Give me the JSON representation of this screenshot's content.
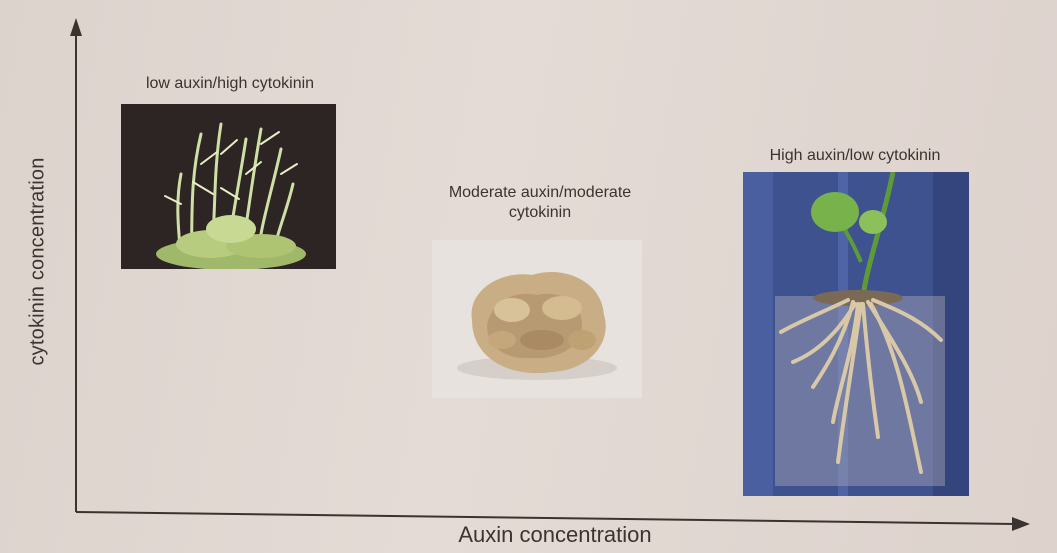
{
  "axes": {
    "y_label": "cytokinin concentration",
    "x_label": "Auxin concentration"
  },
  "panels": [
    {
      "id": "shoots",
      "caption": "low auxin/high cytokinin"
    },
    {
      "id": "callus",
      "caption_line1": "Moderate auxin/moderate",
      "caption_line2": "cytokinin"
    },
    {
      "id": "roots",
      "caption": "High auxin/low cytokinin"
    }
  ]
}
